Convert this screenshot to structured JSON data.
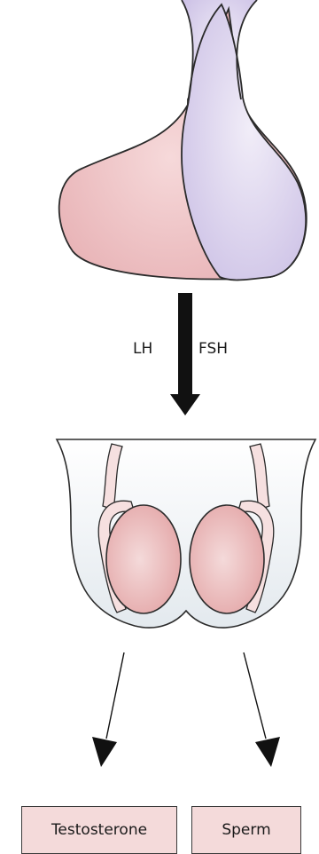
{
  "hormones": {
    "lh": "LH",
    "fsh": "FSH"
  },
  "outputs": {
    "testosterone": "Testosterone",
    "sperm": "Sperm"
  },
  "colors": {
    "anterior_pituitary": "#edb3b6",
    "posterior_pituitary": "#d9d0ee",
    "scrotum": "#e8ecef",
    "testis": "#eab4b4",
    "output_box": "#f4dada",
    "arrow": "#111111"
  }
}
